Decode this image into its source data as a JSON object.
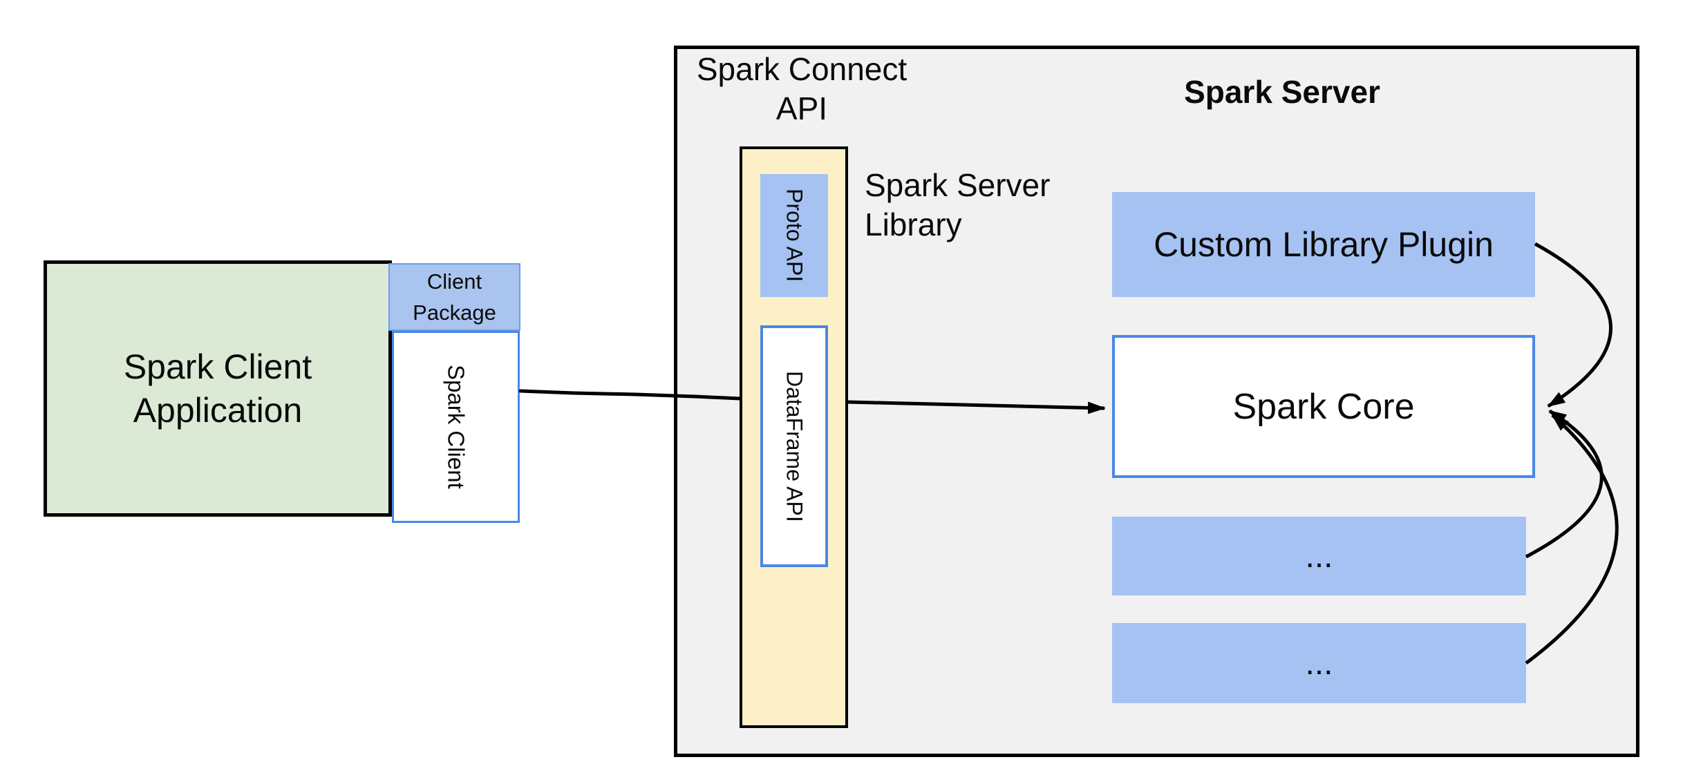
{
  "colors": {
    "gray_fill": "#f1f1f2",
    "green_fill": "#dcead5",
    "yellow_fill": "#fdf0c8",
    "blue_fill": "#a5c2f2",
    "blue_fill_light": "#a9c4ee",
    "blue_border": "#4a86e8",
    "line": "#000000",
    "text": "#0a0a0a"
  },
  "client": {
    "app_line1": "Spark Client",
    "app_line2": "Application",
    "package_line1": "Client",
    "package_line2": "Package",
    "client_label": "Spark Client"
  },
  "connect": {
    "title_line1": "Spark Connect",
    "title_line2": "API",
    "proto": "Proto API",
    "dataframe": "DataFrame API",
    "library_line1": "Spark Server",
    "library_line2": "Library"
  },
  "server": {
    "title": "Spark Server",
    "plugin": "Custom Library Plugin",
    "core": "Spark Core",
    "ellipsis1": "...",
    "ellipsis2": "..."
  }
}
